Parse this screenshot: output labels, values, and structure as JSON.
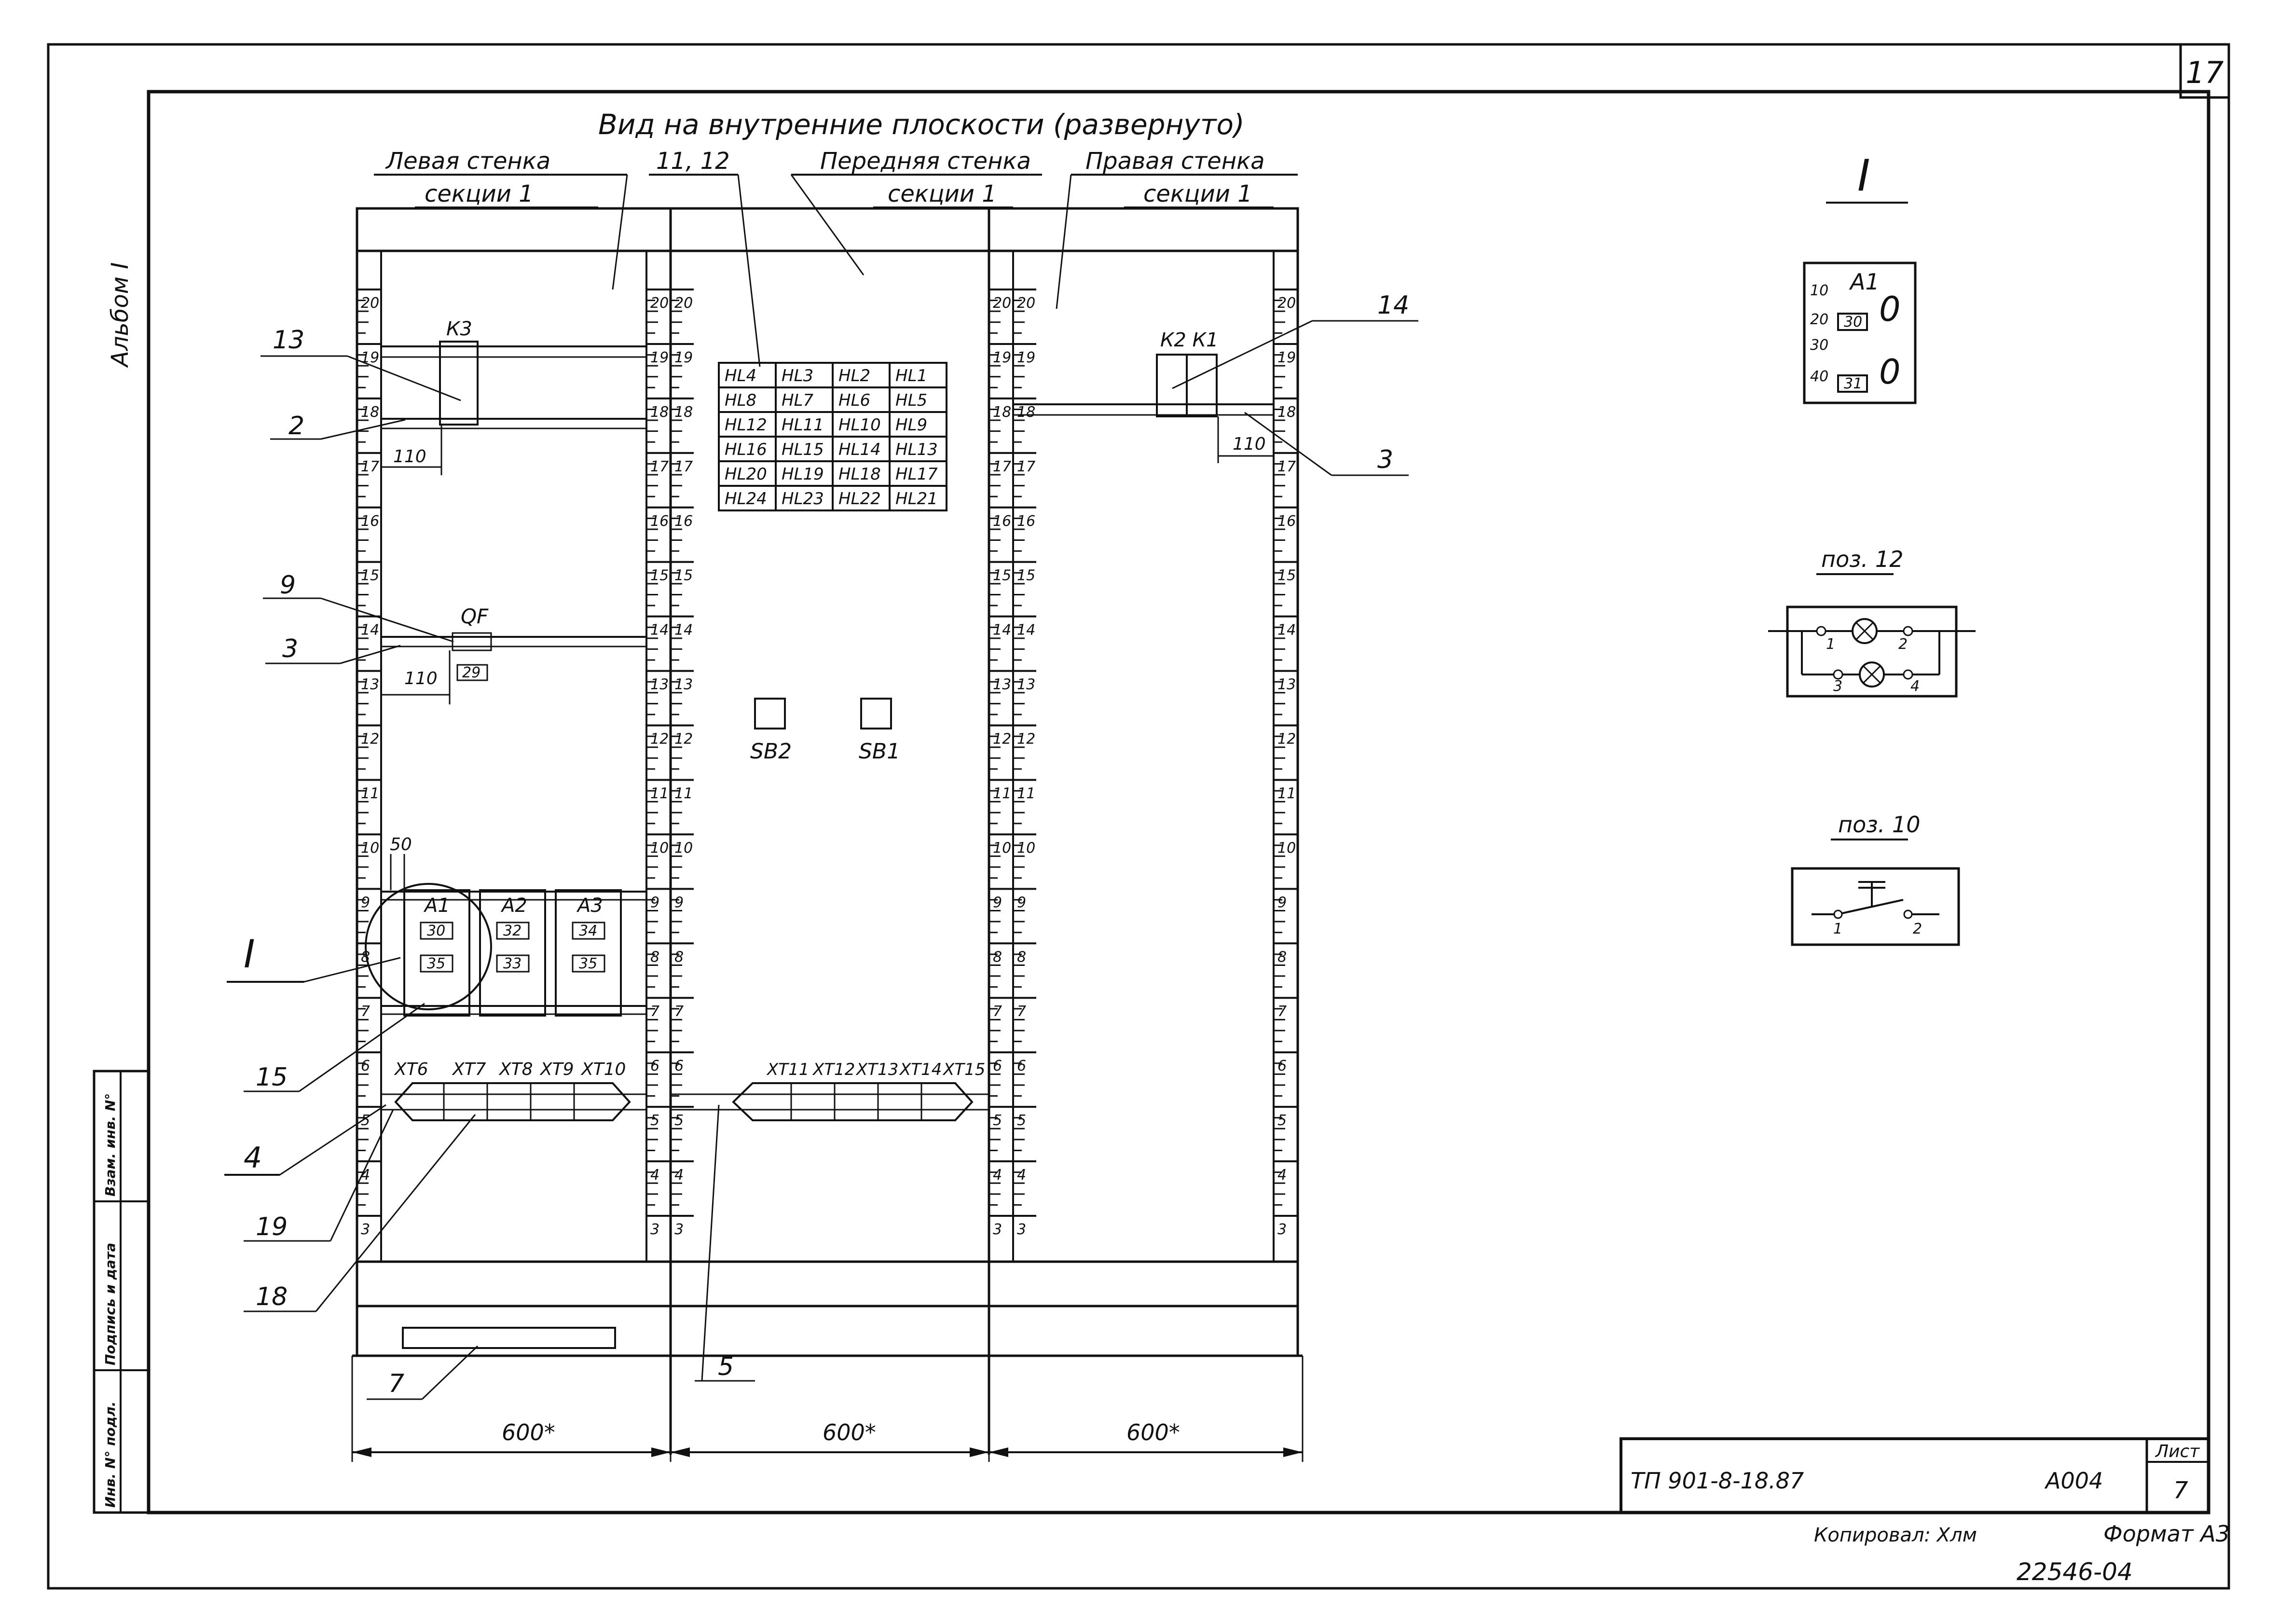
{
  "sheet": {
    "number": "17",
    "title": "Вид на внутренние плоскости (развернуто)",
    "album_label": "Альбом I",
    "copied_label": "Копировал: Хлм",
    "format_label": "Формат А3",
    "archive_number": "22546-04"
  },
  "left_stamp": {
    "fields": [
      "Инв. N° подл.",
      "Подпись и дата",
      "Взам. инв. N°"
    ]
  },
  "walls": {
    "left": {
      "line1": "Левая стенка",
      "line2": "секции 1"
    },
    "front": {
      "line1": "Передняя стенка",
      "line2": "секции 1"
    },
    "right": {
      "line1": "Правая стенка",
      "line2": "секции 1"
    },
    "front_callout": "11, 12"
  },
  "rail_numbers": [
    "20",
    "19",
    "18",
    "17",
    "16",
    "15",
    "14",
    "13",
    "12",
    "11",
    "10",
    "9",
    "8",
    "7",
    "6",
    "5",
    "4",
    "3"
  ],
  "callouts": {
    "c13": "13",
    "c2": "2",
    "c9": "9",
    "c3l": "3",
    "cI": "I",
    "c15": "15",
    "c4": "4",
    "c19": "19",
    "c18": "18",
    "c7": "7",
    "c5": "5",
    "c14": "14",
    "c3r": "3"
  },
  "dims": {
    "d110_left_top": "110",
    "d110_left_qf": "110",
    "d110_right": "110",
    "d50": "50",
    "w_left": "600*",
    "w_front": "600*",
    "w_right": "600*"
  },
  "devices": {
    "k3": "К3",
    "k2k1": "К2 К1",
    "qf": "QF",
    "qf_tag": "29",
    "sb2": "SB2",
    "sb1": "SB1",
    "a1": "А1",
    "a2": "А2",
    "a3": "А3",
    "a1_tags": [
      "30",
      "35"
    ],
    "a2_tags": [
      "32",
      "33"
    ],
    "a3_tags": [
      "34",
      "35"
    ]
  },
  "lamp_grid": [
    [
      "HL4",
      "HL3",
      "HL2",
      "HL1"
    ],
    [
      "HL8",
      "HL7",
      "HL6",
      "HL5"
    ],
    [
      "HL12",
      "HL11",
      "HL10",
      "HL9"
    ],
    [
      "HL16",
      "HL15",
      "HL14",
      "HL13"
    ],
    [
      "HL20",
      "HL19",
      "HL18",
      "HL17"
    ],
    [
      "HL24",
      "HL23",
      "HL22",
      "HL21"
    ]
  ],
  "terminals": {
    "left_labels": [
      "ХТ6",
      "ХТ7",
      "ХТ8",
      "ХТ9",
      "ХТ10"
    ],
    "front_labels": [
      "ХТ11",
      "ХТ12",
      "ХТ13",
      "ХТ14",
      "ХТ15"
    ]
  },
  "detail_I": {
    "title": "I",
    "device": "А1",
    "scale": [
      "10",
      "20",
      "30",
      "40"
    ],
    "tags": [
      "30",
      "31"
    ],
    "dials": [
      "0",
      "0"
    ]
  },
  "detail_12": {
    "title": "поз. 12",
    "pins": [
      "1",
      "2",
      "3",
      "4"
    ]
  },
  "detail_10": {
    "title": "поз. 10",
    "pins": [
      "1",
      "2"
    ]
  },
  "title_block": {
    "code": "ТП 901-8-18.87",
    "doc": "А004",
    "sheet_label": "Лист",
    "sheet_no": "7"
  }
}
